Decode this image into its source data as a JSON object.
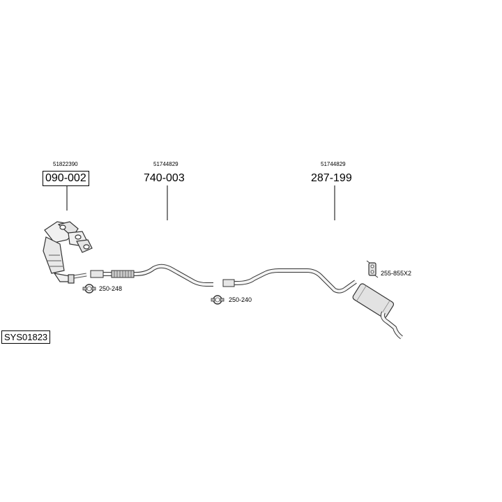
{
  "parts": [
    {
      "oem": "51822390",
      "number": "090-002"
    },
    {
      "oem": "51744829",
      "number": "740-003"
    },
    {
      "oem": "51744829",
      "number": "287-199"
    }
  ],
  "accessories": {
    "clamp_front": "250-248",
    "clamp_mid": "250-240",
    "hanger": "255-855X2"
  },
  "system_code": "SYS01823"
}
